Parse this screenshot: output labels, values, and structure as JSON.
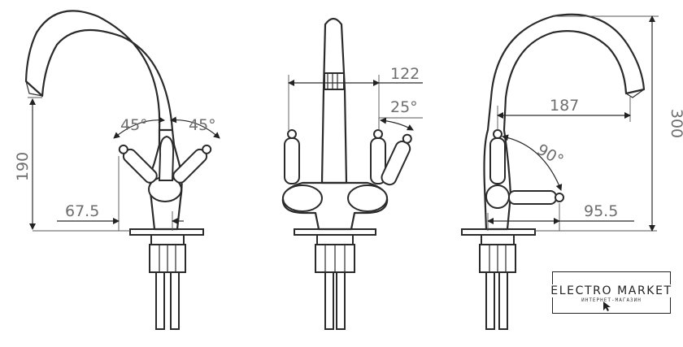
{
  "dimensions": {
    "left_view": {
      "height": "190",
      "offset": "67.5",
      "angle_left": "45°",
      "angle_right": "45°"
    },
    "center_view": {
      "width": "122",
      "angle": "25°"
    },
    "right_view": {
      "height": "300",
      "reach": "187",
      "angle": "90°",
      "offset": "95.5"
    }
  },
  "brand": {
    "title": "ELECTRO MARKET",
    "subtitle": "ИНТЕРНЕТ-МАГАЗИН",
    "cursor_icon": "cursor-arrow-icon"
  },
  "colors": {
    "line": "#2b2b2b",
    "text": "#6e6e6e",
    "background": "#ffffff"
  }
}
